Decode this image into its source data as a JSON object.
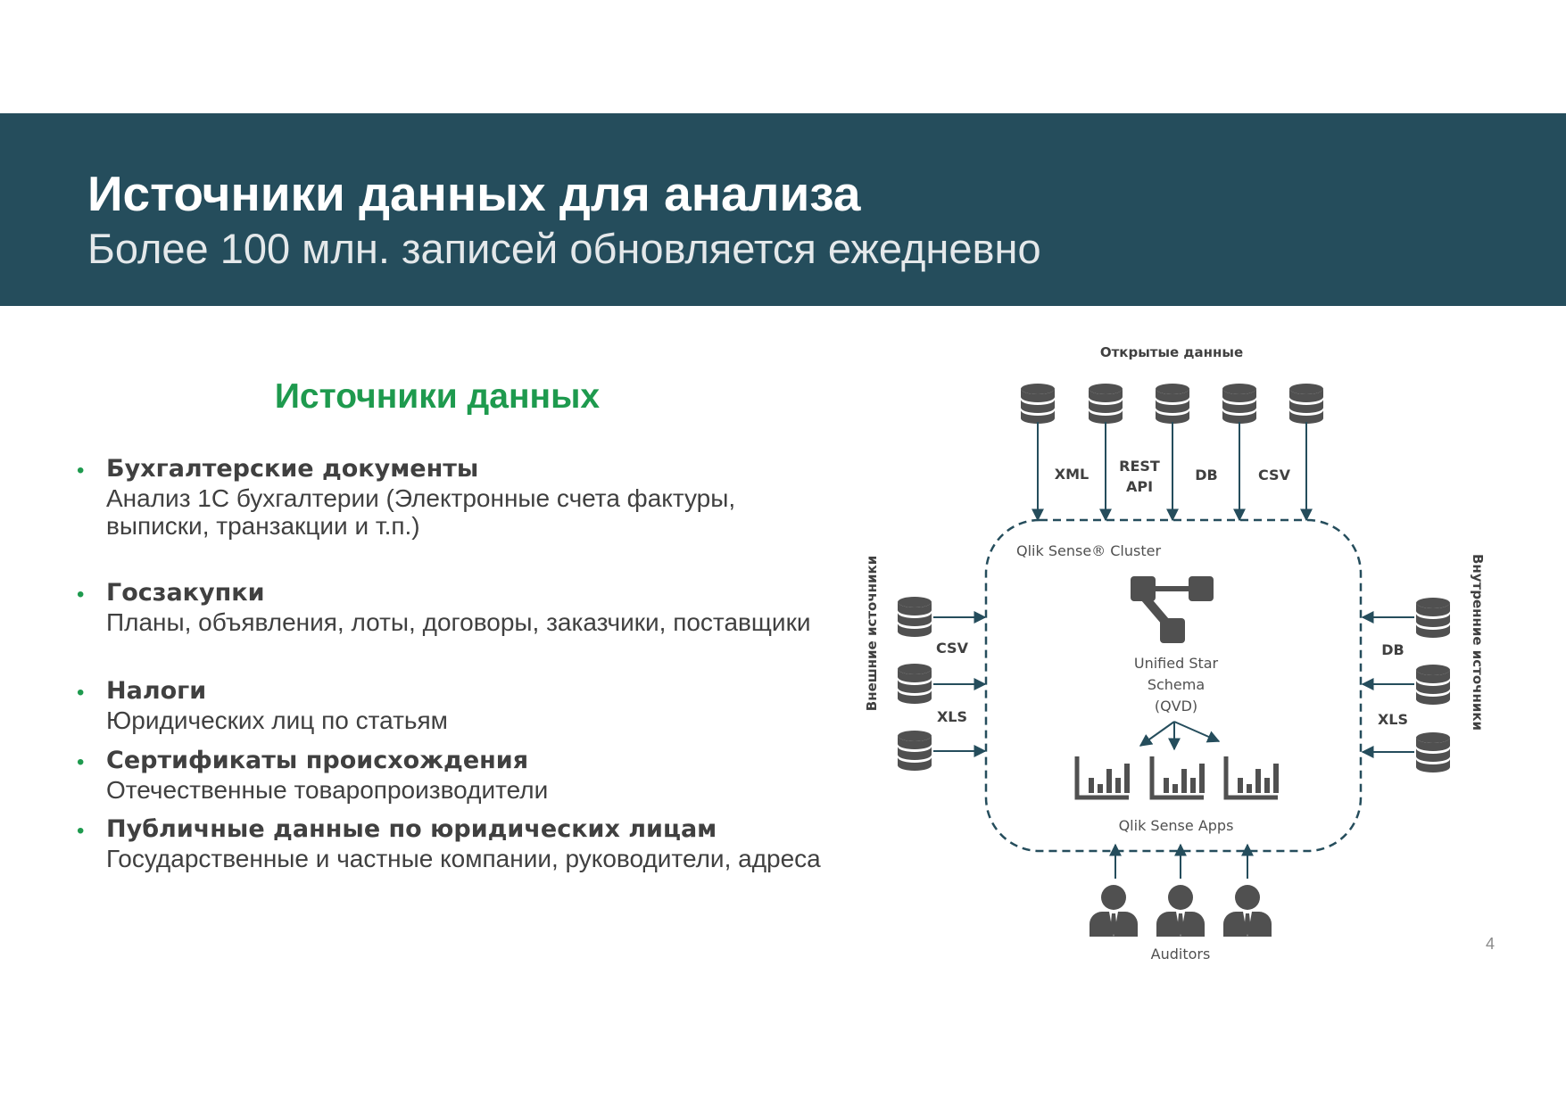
{
  "header": {
    "title": "Источники данных для анализа",
    "subtitle": "Более 100 млн. записей обновляется ежедневно"
  },
  "sources_heading": "Источники данных",
  "sources": [
    {
      "title": "Бухгалтерские документы",
      "description": "Анализ 1С бухгалтерии (Электронные счета фактуры, выписки, транзакции и т.п.)"
    },
    {
      "title": "Госзакупки",
      "description": "Планы, объявления, лоты, договоры, заказчики, поставщики"
    },
    {
      "title": "Налоги",
      "description": "Юридических лиц по статьям"
    },
    {
      "title": "Сертификаты происхождения",
      "description": "Отечественные товаропроизводители"
    },
    {
      "title": "Публичные данные по юридических лицам",
      "description": "Государственные и частные компании, руководители, адреса"
    }
  ],
  "diagram": {
    "open_data_label": "Открытые данные",
    "open_formats": [
      "XML",
      "REST",
      "API",
      "DB",
      "CSV"
    ],
    "cluster_label": "Qlik Sense® Cluster",
    "schema_label": [
      "Unified Star",
      "Schema",
      "(QVD)"
    ],
    "apps_label": "Qlik Sense Apps",
    "external_label": "Внешние источники",
    "external_formats": [
      "CSV",
      "XLS"
    ],
    "internal_label": "Внутренние источники",
    "internal_formats": [
      "DB",
      "XLS"
    ],
    "auditors_label": "Auditors"
  },
  "page_number": "4",
  "colors": {
    "banner": "#254d5c",
    "accent_green": "#1e9a4e",
    "icon_gray": "#505050",
    "arrow": "#254d5c"
  }
}
